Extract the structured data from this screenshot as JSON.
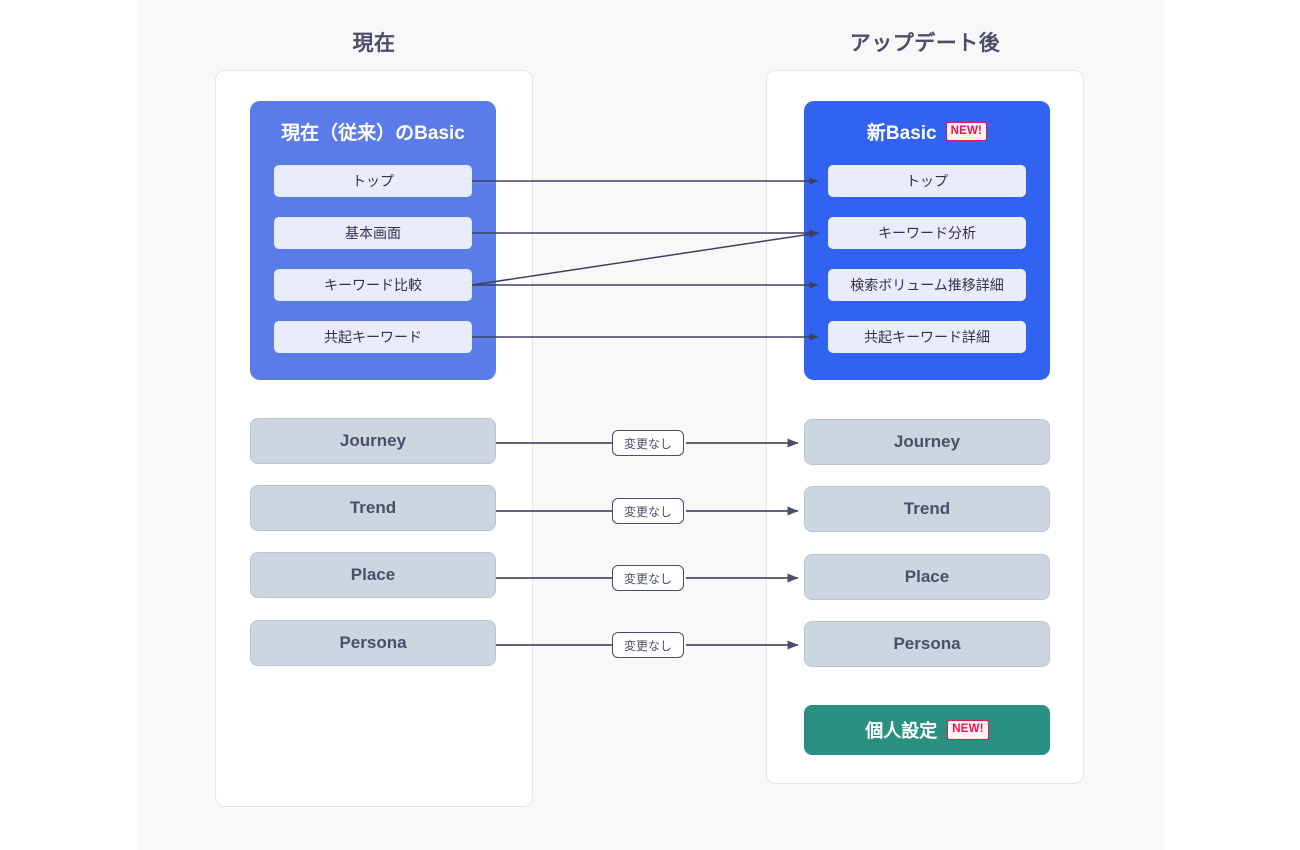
{
  "columns": {
    "left_title": "現在",
    "right_title": "アップデート後"
  },
  "left_group": {
    "title": "現在（従来）のBasic",
    "items": [
      {
        "label": "トップ"
      },
      {
        "label": "基本画面"
      },
      {
        "label": "キーワード比較"
      },
      {
        "label": "共起キーワード"
      }
    ]
  },
  "right_group": {
    "title": "新Basic",
    "badge": "NEW!",
    "items": [
      {
        "label": "トップ"
      },
      {
        "label": "キーワード分析"
      },
      {
        "label": "検索ボリューム推移詳細"
      },
      {
        "label": "共起キーワード詳細"
      }
    ]
  },
  "left_features": [
    {
      "label": "Journey"
    },
    {
      "label": "Trend"
    },
    {
      "label": "Place"
    },
    {
      "label": "Persona"
    }
  ],
  "right_features": [
    {
      "label": "Journey"
    },
    {
      "label": "Trend"
    },
    {
      "label": "Place"
    },
    {
      "label": "Persona"
    }
  ],
  "edge_labels": [
    {
      "label": "変更なし"
    },
    {
      "label": "変更なし"
    },
    {
      "label": "変更なし"
    },
    {
      "label": "変更なし"
    }
  ],
  "new_button": {
    "label": "個人設定",
    "badge": "NEW!"
  },
  "colors": {
    "stage_background": "#f8f8f9",
    "panel_background": "#ffffff",
    "left_group_blue": "#5b7ce8",
    "right_group_blue": "#2f63f0",
    "item_light": "#e9edfb",
    "grey_box": "#ccd5e0",
    "teal_button": "#2a9182",
    "badge_red": "#e8174b",
    "text_slate": "#4a4e69",
    "wire": "#4a4e69"
  }
}
